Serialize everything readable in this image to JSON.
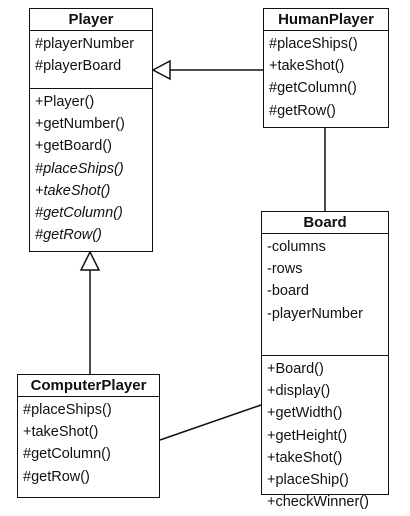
{
  "diagram": {
    "classes": [
      {
        "id": "player",
        "name": "Player",
        "attributes": [
          {
            "text": "#playerNumber",
            "abstract": false
          },
          {
            "text": "#playerBoard",
            "abstract": false
          }
        ],
        "operations": [
          {
            "text": "+Player()",
            "abstract": false
          },
          {
            "text": "+getNumber()",
            "abstract": false
          },
          {
            "text": "+getBoard()",
            "abstract": false
          },
          {
            "text": "#placeShips()",
            "abstract": true
          },
          {
            "text": "+takeShot()",
            "abstract": true
          },
          {
            "text": "#getColumn()",
            "abstract": true
          },
          {
            "text": "#getRow()",
            "abstract": true
          }
        ]
      },
      {
        "id": "human",
        "name": "HumanPlayer",
        "attributes": [],
        "operations": [
          {
            "text": "#placeShips()",
            "abstract": false
          },
          {
            "text": "+takeShot()",
            "abstract": false
          },
          {
            "text": "#getColumn()",
            "abstract": false
          },
          {
            "text": "#getRow()",
            "abstract": false
          }
        ]
      },
      {
        "id": "board",
        "name": "Board",
        "attributes": [
          {
            "text": "-columns",
            "abstract": false
          },
          {
            "text": "-rows",
            "abstract": false
          },
          {
            "text": "-board",
            "abstract": false
          },
          {
            "text": "-playerNumber",
            "abstract": false
          }
        ],
        "operations": [
          {
            "text": "+Board()",
            "abstract": false
          },
          {
            "text": "+display()",
            "abstract": false
          },
          {
            "text": "+getWidth()",
            "abstract": false
          },
          {
            "text": "+getHeight()",
            "abstract": false
          },
          {
            "text": "+takeShot()",
            "abstract": false
          },
          {
            "text": "+placeShip()",
            "abstract": false
          },
          {
            "text": "+checkWinner()",
            "abstract": false
          }
        ]
      },
      {
        "id": "computer",
        "name": "ComputerPlayer",
        "attributes": [],
        "operations": [
          {
            "text": "#placeShips()",
            "abstract": false
          },
          {
            "text": "+takeShot()",
            "abstract": false
          },
          {
            "text": "#getColumn()",
            "abstract": false
          },
          {
            "text": "#getRow()",
            "abstract": false
          }
        ]
      }
    ],
    "relations": [
      {
        "from": "human",
        "to": "player",
        "kind": "generalization"
      },
      {
        "from": "computer",
        "to": "player",
        "kind": "generalization"
      },
      {
        "from": "human",
        "to": "board",
        "kind": "association"
      },
      {
        "from": "computer",
        "to": "board",
        "kind": "association"
      }
    ],
    "line_color": "#111111"
  }
}
